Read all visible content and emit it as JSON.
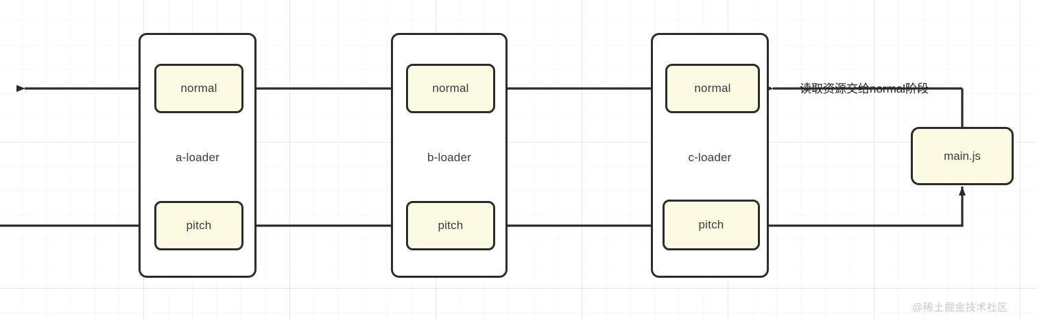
{
  "diagram": {
    "title": "webpack loader pitch / normal phase flow",
    "background": {
      "grid_color": "#eeeeee",
      "page_color": "#ffffff"
    },
    "palette": {
      "stroke": "#2b2b2b",
      "stage_fill": "#fbfbe3",
      "loader_fill": "#ffffff",
      "text": "#3a3a3a",
      "watermark": "#c9c9c9"
    },
    "loaders": [
      {
        "id": "a-loader",
        "label": "a-loader",
        "normal_label": "normal",
        "pitch_label": "pitch"
      },
      {
        "id": "b-loader",
        "label": "b-loader",
        "normal_label": "normal",
        "pitch_label": "pitch"
      },
      {
        "id": "c-loader",
        "label": "c-loader",
        "normal_label": "normal",
        "pitch_label": "pitch"
      }
    ],
    "file_node": {
      "id": "main-js",
      "label": "main.js"
    },
    "edge_labels": [
      {
        "id": "read-resource",
        "text": "读取资源交给normal阶段"
      }
    ],
    "watermark": "@稀土掘金技术社区"
  }
}
